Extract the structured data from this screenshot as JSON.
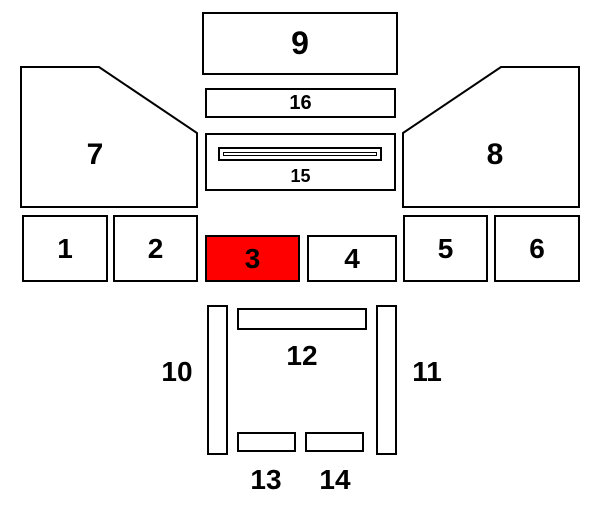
{
  "diagram": {
    "kind": "stove-firebrick-parts-diagram",
    "background_color": "#ffffff",
    "line_color": "#000000",
    "highlight": {
      "part": "3",
      "color": "#ff0000"
    },
    "parts": {
      "p1": "1",
      "p2": "2",
      "p3": "3",
      "p4": "4",
      "p5": "5",
      "p6": "6",
      "p7": "7",
      "p8": "8",
      "p9": "9",
      "p10": "10",
      "p11": "11",
      "p12": "12",
      "p13": "13",
      "p14": "14",
      "p15": "15",
      "p16": "16"
    }
  }
}
